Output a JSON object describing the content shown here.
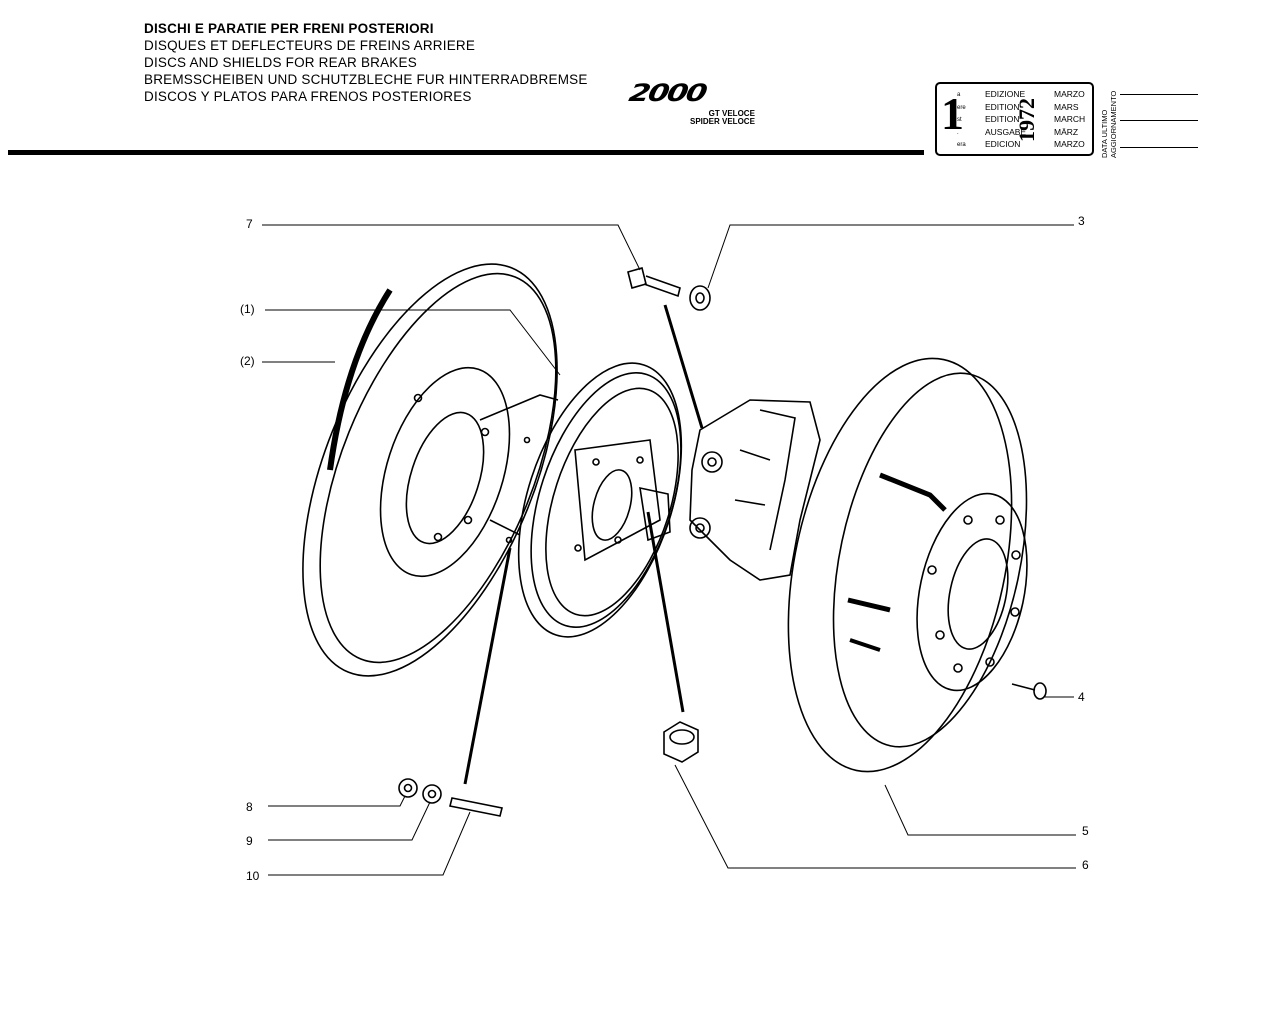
{
  "header": {
    "titles": [
      "DISCHI E PARATIE PER FRENI POSTERIORI",
      "DISQUES ET DEFLECTEURS DE FREINS ARRIERE",
      "DISCS AND SHIELDS FOR REAR BRAKES",
      "BREMSSCHEIBEN UND SCHUTZBLECHE FUR HINTERRADBREMSE",
      "DISCOS Y PLATOS PARA FRENOS POSTERIORES"
    ],
    "model_logo": "2000",
    "model_variants": [
      "GT VELOCE",
      "SPIDER VELOCE"
    ]
  },
  "edition": {
    "number": "1",
    "ordinals": [
      "a",
      "ere",
      "st",
      ".",
      "era"
    ],
    "words": [
      "EDIZIONE",
      "EDITION",
      "EDITION",
      "AUSGABE",
      "EDICION"
    ],
    "year": "1972",
    "months": [
      "MARZO",
      "MARS",
      "MARCH",
      "MÄRZ",
      "MARZO"
    ],
    "update_labels": [
      "DATA ULTIMO",
      "AGGIORNAMENTO"
    ]
  },
  "callouts": [
    "7",
    "(1)",
    "(2)",
    "3",
    "4",
    "5",
    "6",
    "8",
    "9",
    "10"
  ]
}
